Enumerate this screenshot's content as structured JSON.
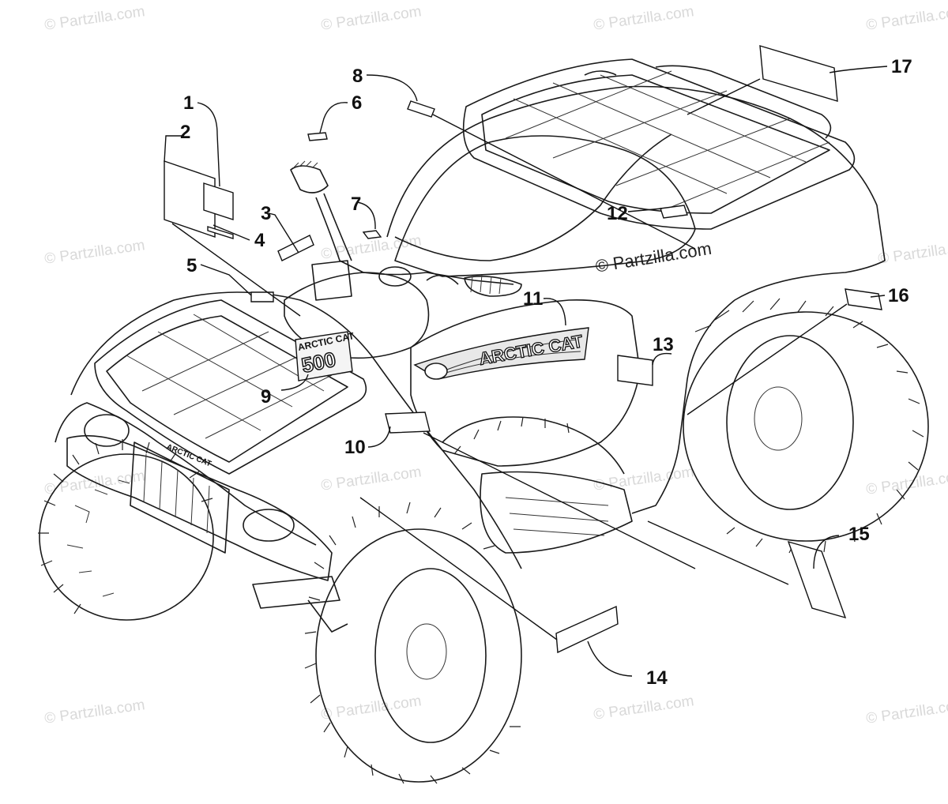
{
  "watermark": {
    "text": "© Partzilla.com",
    "center_text": "© Partzilla.com"
  },
  "callouts": [
    "1",
    "2",
    "3",
    "4",
    "5",
    "6",
    "7",
    "8",
    "9",
    "10",
    "11",
    "12",
    "13",
    "14",
    "15",
    "16",
    "17"
  ],
  "logos": {
    "tank_logo_line1": "ARCTIC CAT",
    "tank_logo_line2": "500",
    "side_logo": "ARCTIC CAT",
    "grille_logo": "ARCTIC CAT"
  },
  "colors": {
    "line": "#111111",
    "watermark": "#d9d9d9"
  }
}
